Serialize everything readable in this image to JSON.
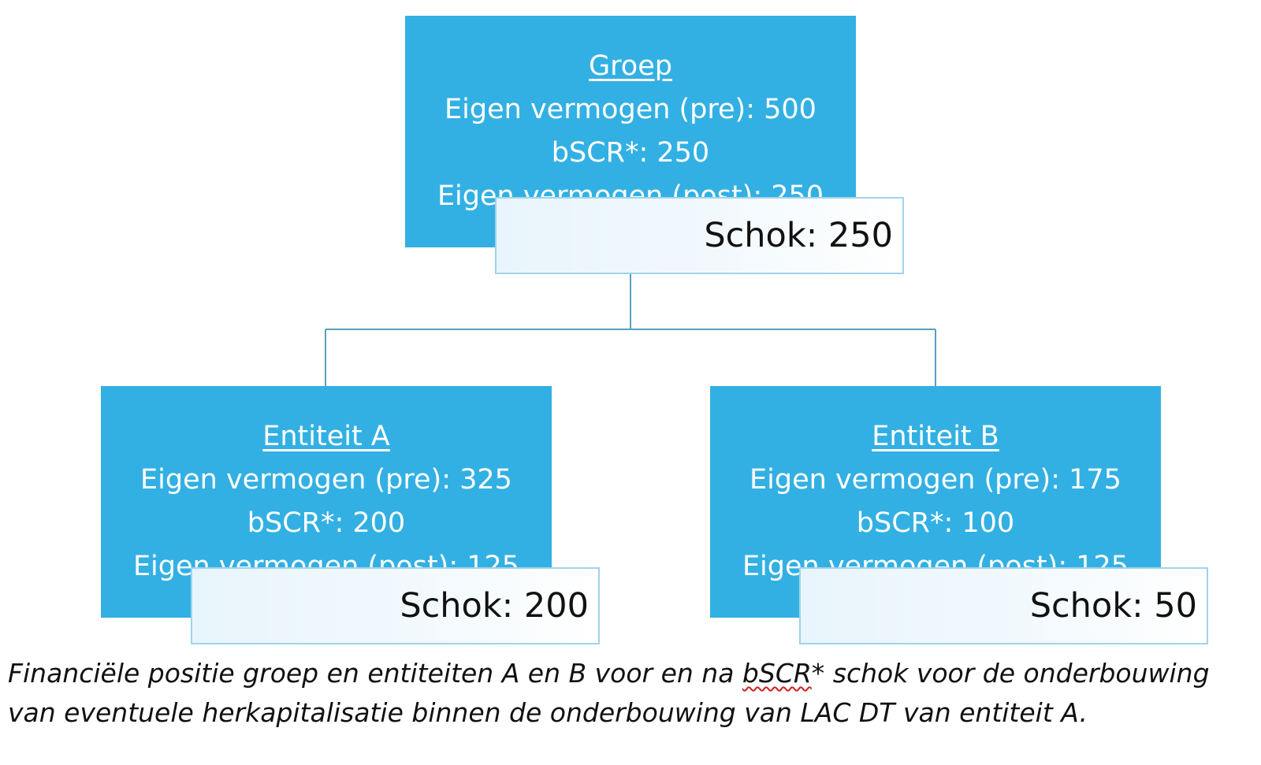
{
  "group": {
    "title": "Groep",
    "line_pre": "Eigen vermogen (pre): 500",
    "line_bscr": "bSCR*: 250",
    "line_post": "Eigen vermogen (post): 250",
    "shock": "Schok: 250"
  },
  "entity_a": {
    "title": "Entiteit A",
    "line_pre": "Eigen vermogen (pre): 325",
    "line_bscr": "bSCR*: 200",
    "line_post": "Eigen vermogen (post): 125",
    "shock": "Schok: 200"
  },
  "entity_b": {
    "title": "Entiteit B",
    "line_pre": "Eigen vermogen (pre): 175",
    "line_bscr": "bSCR*: 100",
    "line_post": "Eigen vermogen (post): 125",
    "shock": "Schok: 50"
  },
  "caption": {
    "part1": "Financiële positie groep en entiteiten A en B voor en na ",
    "flagged_word": "bSCR",
    "part2": "* schok voor de onderbouwing van eventuele herkapitalisatie binnen de onderbouwing van LAC DT van entiteit A."
  },
  "colors": {
    "node_fill": "#33b0e3",
    "node_text": "#ffffff",
    "connector": "#5a9ec0",
    "shock_border": "#9fd4ea"
  }
}
